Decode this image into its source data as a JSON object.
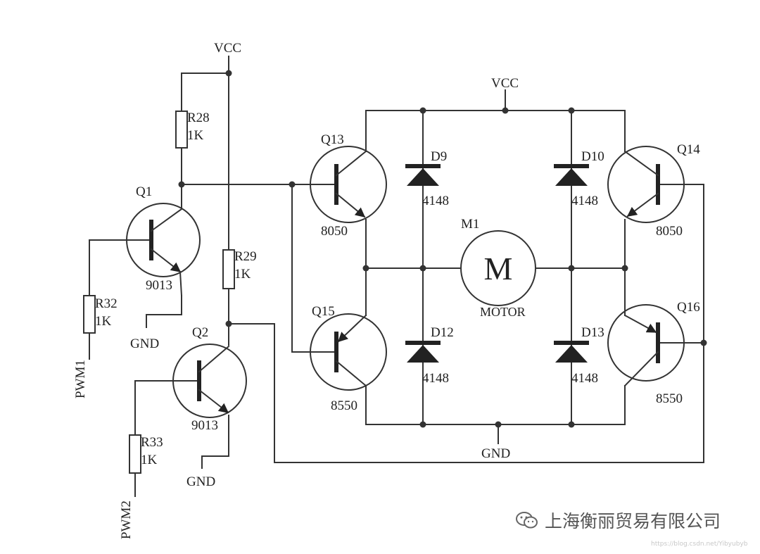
{
  "labels": {
    "vcc_left": "VCC",
    "vcc_right": "VCC",
    "gnd_q1": "GND",
    "gnd_q2": "GND",
    "gnd_bridge": "GND",
    "pwm1": "PWM1",
    "pwm2": "PWM2"
  },
  "resistors": [
    {
      "ref": "R28",
      "value": "1K"
    },
    {
      "ref": "R29",
      "value": "1K"
    },
    {
      "ref": "R32",
      "value": "1K"
    },
    {
      "ref": "R33",
      "value": "1K"
    }
  ],
  "transistors": [
    {
      "ref": "Q1",
      "part": "9013"
    },
    {
      "ref": "Q2",
      "part": "9013"
    },
    {
      "ref": "Q13",
      "part": "8050"
    },
    {
      "ref": "Q14",
      "part": "8050"
    },
    {
      "ref": "Q15",
      "part": "8550"
    },
    {
      "ref": "Q16",
      "part": "8550"
    }
  ],
  "diodes": [
    {
      "ref": "D9",
      "part": "4148"
    },
    {
      "ref": "D10",
      "part": "4148"
    },
    {
      "ref": "D12",
      "part": "4148"
    },
    {
      "ref": "D13",
      "part": "4148"
    }
  ],
  "motor": {
    "ref": "M1",
    "symbol": "M",
    "name": "MOTOR"
  },
  "watermark": {
    "icon": "wechat-icon",
    "text": "上海衡丽贸易有限公司",
    "url": "https://blog.csdn.net/Yibyubyb"
  }
}
